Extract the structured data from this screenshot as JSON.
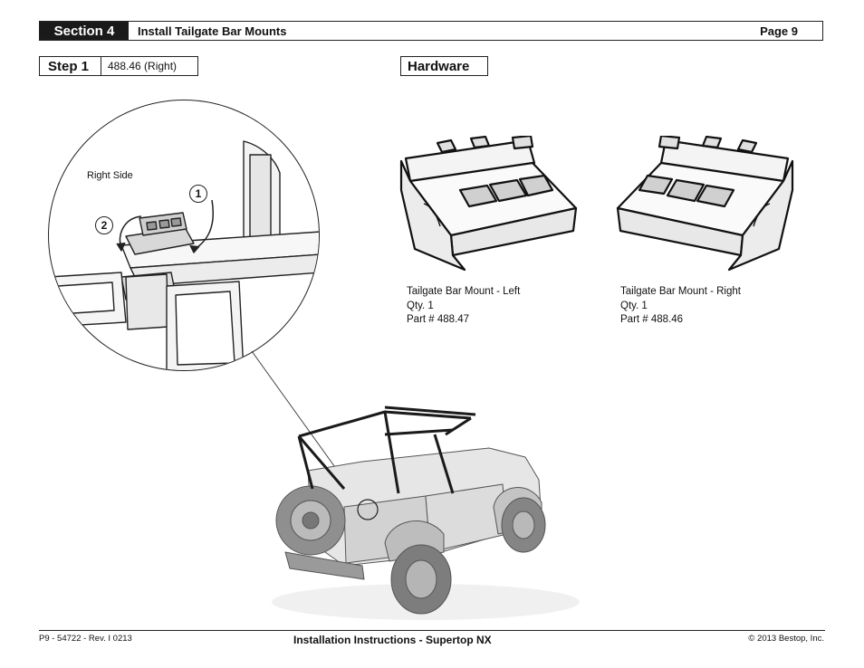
{
  "header": {
    "section": "Section 4",
    "title": "Install Tailgate Bar Mounts",
    "page": "Page 9"
  },
  "step": {
    "label": "Step 1",
    "part": "488.46 (Right)"
  },
  "hardware": {
    "label": "Hardware",
    "items": [
      {
        "name": "Tailgate Bar Mount - Left",
        "qty": "Qty. 1",
        "part": "Part # 488.47"
      },
      {
        "name": "Tailgate Bar Mount - Right",
        "qty": "Qty. 1",
        "part": "Part # 488.46"
      }
    ]
  },
  "callout": {
    "side_label": "Right Side",
    "step_numbers": [
      "1",
      "2"
    ]
  },
  "footer": {
    "left": "P9 - 54722 - Rev. I 0213",
    "center": "Installation Instructions - Supertop NX",
    "right": "© 2013 Bestop, Inc."
  }
}
